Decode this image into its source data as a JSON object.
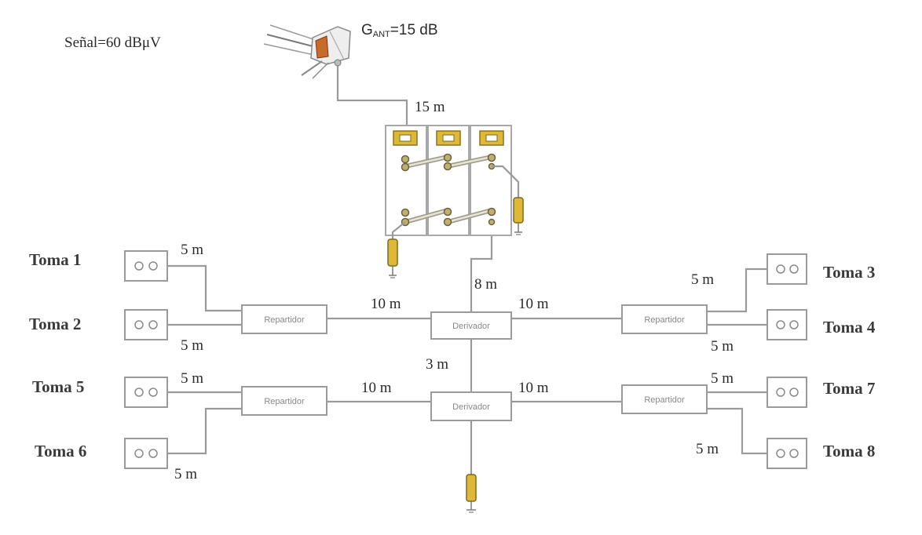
{
  "signal": {
    "label": "Señal=60 dBμV"
  },
  "antenna": {
    "gain_prefix": "G",
    "gain_subscript": "ANT",
    "gain_value": "=15 dB",
    "icon": "antenna-icon"
  },
  "cables": {
    "antenna_to_amp": "15 m",
    "amp_to_derivador": "8 m",
    "derivador_to_derivador": "3 m",
    "d1_left": "10 m",
    "d1_right": "10 m",
    "d2_left": "10 m",
    "d2_right": "10 m",
    "toma1": "5 m",
    "toma2": "5 m",
    "toma3": "5 m",
    "toma4": "5 m",
    "toma5": "5 m",
    "toma6": "5 m",
    "toma7": "5 m",
    "toma8": "5 m"
  },
  "devices": {
    "repartidor": "Repartidor",
    "derivador": "Derivador"
  },
  "tomas": {
    "t1": "Toma 1",
    "t2": "Toma 2",
    "t3": "Toma 3",
    "t4": "Toma 4",
    "t5": "Toma 5",
    "t6": "Toma 6",
    "t7": "Toma 7",
    "t8": "Toma 8"
  },
  "colors": {
    "wire": "#9a9a9a",
    "resistor": "#e0b838",
    "text": "#2a2a2a"
  }
}
